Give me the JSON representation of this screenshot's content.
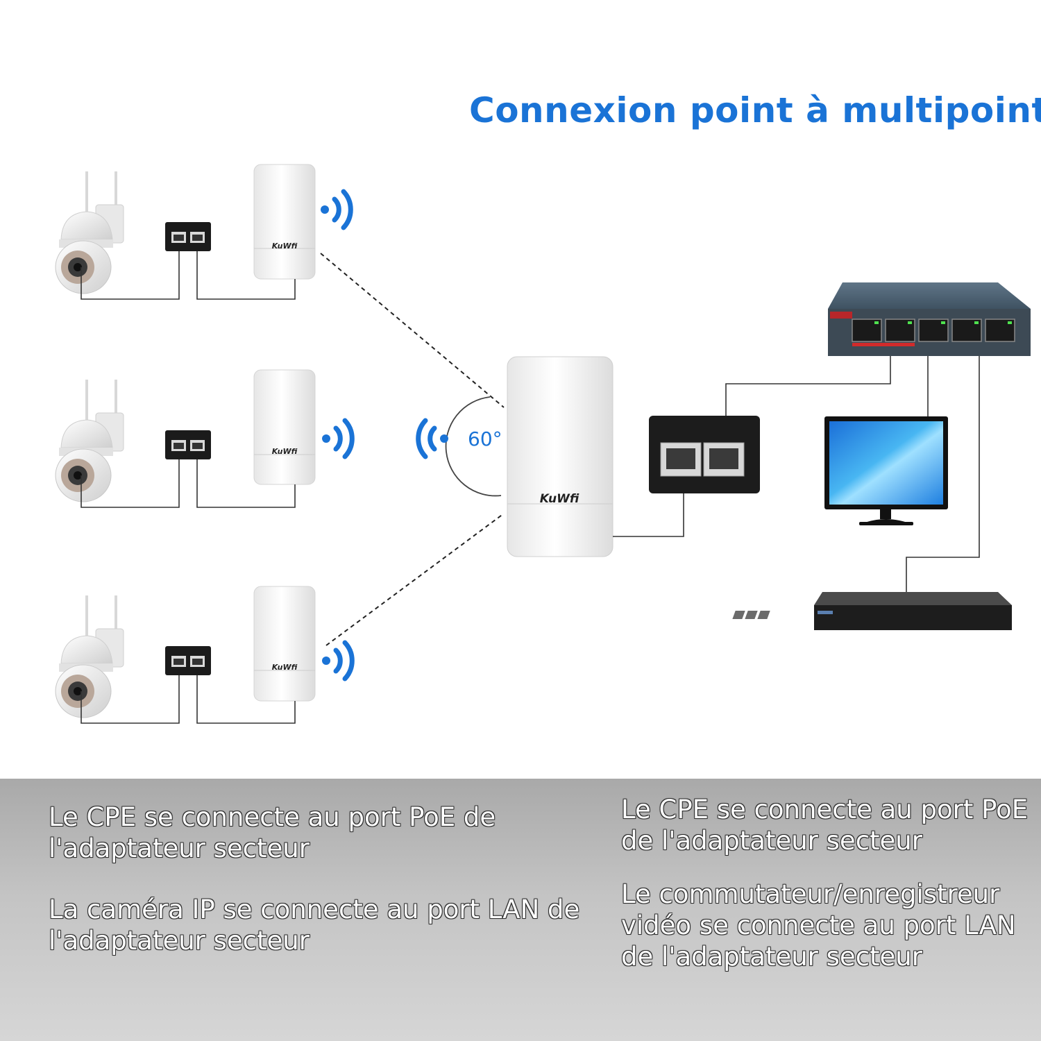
{
  "title": "Connexion point à multipoint",
  "angle_label": "60°",
  "brand": "KuWfi",
  "captions": {
    "left_1": "Le CPE se connecte au port PoE de l'adaptateur secteur",
    "left_2": "La caméra IP se connecte au port LAN de l'adaptateur secteur",
    "right_1": "Le CPE se connecte au port PoE de l'adaptateur secteur",
    "right_2": "Le commutateur/enregistreur vidéo se connecte au port LAN de l'adaptateur secteur"
  },
  "icons": {
    "camera": "ip-camera-icon",
    "adapter": "poe-adapter-icon",
    "cpe": "cpe-antenna-icon",
    "signal": "wifi-signal-icon",
    "switch": "network-switch-icon",
    "monitor": "monitor-icon",
    "nvr": "nvr-recorder-icon"
  },
  "colors": {
    "title": "#1a73d6",
    "signal": "#1a73d6",
    "caption_text": "#ffffff"
  }
}
